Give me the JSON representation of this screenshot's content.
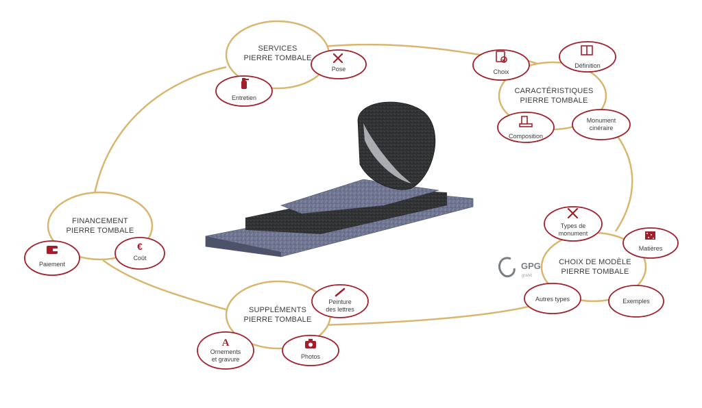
{
  "hubs": {
    "services": {
      "line1": "SERVICES",
      "line2": "PIERRE TOMBALE"
    },
    "caracteristiques": {
      "line1": "CARACTÉRISTIQUES",
      "line2": "PIERRE TOMBALE"
    },
    "choix_modele": {
      "line1": "CHOIX DE MODÈLE",
      "line2": "PIERRE TOMBALE"
    },
    "supplements": {
      "line1": "SUPPLÉMENTS",
      "line2": "PIERRE TOMBALE"
    },
    "financement": {
      "line1": "FINANCEMENT",
      "line2": "PIERRE TOMBALE"
    }
  },
  "leaves": {
    "pose": {
      "line1": "Pose",
      "icon": "tools-icon"
    },
    "entretien": {
      "line1": "Entretien",
      "icon": "spray-bottle-icon"
    },
    "choix": {
      "line1": "Choix",
      "icon": "checklist-icon"
    },
    "definition": {
      "line1": "Définition",
      "icon": "book-icon"
    },
    "composition": {
      "line1": "Composition",
      "icon": "monument-icon"
    },
    "monument_cineraire": {
      "line1": "Monument",
      "line2": "cinéraire"
    },
    "types_monument": {
      "line1": "Types de",
      "line2": "monument",
      "icon": "pencil-ruler-icon"
    },
    "matieres": {
      "line1": "Matières",
      "icon": "granite-texture-icon"
    },
    "autres_types": {
      "line1": "Autres types"
    },
    "exemples": {
      "line1": "Exemples"
    },
    "peinture": {
      "line1": "Peinture",
      "line2": "des lettres",
      "icon": "brush-icon"
    },
    "photos": {
      "line1": "Photos",
      "icon": "camera-icon"
    },
    "ornements": {
      "line1": "Ornements",
      "line2": "et gravure",
      "icon": "letter-a-icon"
    },
    "paiement": {
      "line1": "Paiement",
      "icon": "wallet-icon"
    },
    "cout": {
      "line1": "Coût",
      "icon": "euro-icon"
    }
  },
  "logo": {
    "brand": "GPG",
    "sub": "granit"
  },
  "colors": {
    "hub_border": "#d9b66e",
    "leaf_border": "#a01f2a",
    "icon": "#a01f2a",
    "text": "#3a3a3a"
  }
}
